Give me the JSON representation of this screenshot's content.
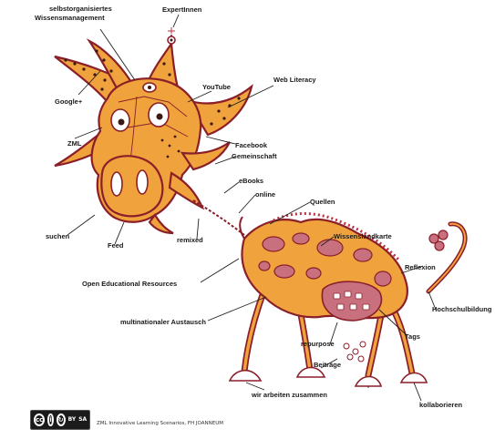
{
  "labels": {
    "selbstorg_1": "selbstorganisiertes",
    "selbstorg_2": "Wissensmanagement",
    "experten": "ExpertInnen",
    "youtube": "YouTube",
    "web_literacy": "Web Literacy",
    "google": "Google+",
    "zml_label": "ZML",
    "facebook": "Facebook",
    "gemeinschaft": "Gemeinschaft",
    "ebooks": "eBooks",
    "online": "online",
    "quellen": "Quellen",
    "suchen": "suchen",
    "feed": "Feed",
    "remixed": "remixed",
    "wissenslandkarte": "Wissenslandkarte",
    "reflexion": "Reflexion",
    "oer": "Open Educational Resources",
    "hochschulbildung": "Hochschulbildung",
    "multinational": "multinationaler Austausch",
    "tags": "Tags",
    "repurpose": "repurpose",
    "beitraege": "Beiträge",
    "wir_arbeiten": "wir arbeiten zusammen",
    "kollaborieren": "kollaborieren"
  },
  "license": {
    "cc": "cc",
    "by": "BY",
    "sa": "SA"
  },
  "credit": "ZML Innovative Learning Scenarios, FH JOANNEUM",
  "colors": {
    "body": "#f0a23c",
    "outline": "#8a1f2a",
    "spots": "#c9707e"
  }
}
